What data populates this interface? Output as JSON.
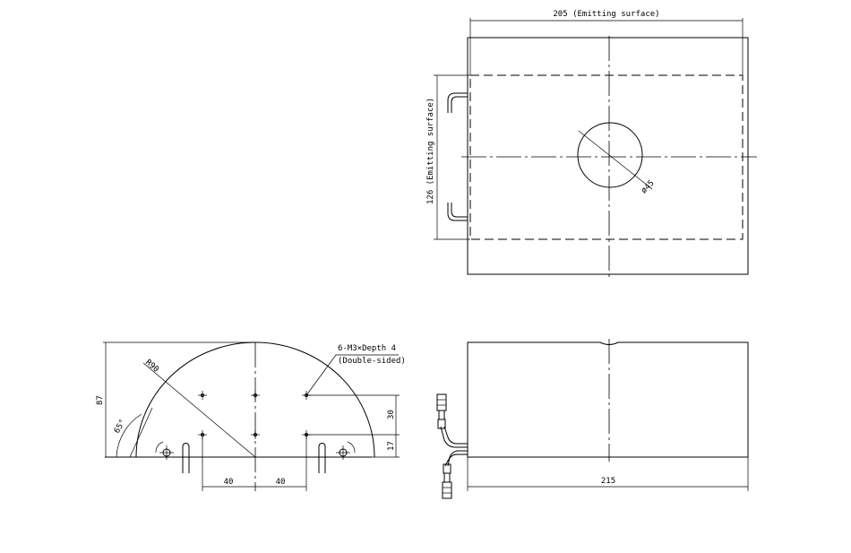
{
  "top_view": {
    "width_dim": "205 (Emitting surface)",
    "height_dim": "126 (Emitting surface)",
    "hole_dim": "ø45"
  },
  "side_view": {
    "radius_dim": "R90",
    "height_dim": "87",
    "angle_dim": "65°",
    "h1_dim": "30",
    "h2_dim": "17",
    "w1_dim": "40",
    "w2_dim": "40",
    "note_line1": "6-M3×Depth 4",
    "note_line2": "(Double-sided)"
  },
  "front_view": {
    "width_dim": "215"
  }
}
